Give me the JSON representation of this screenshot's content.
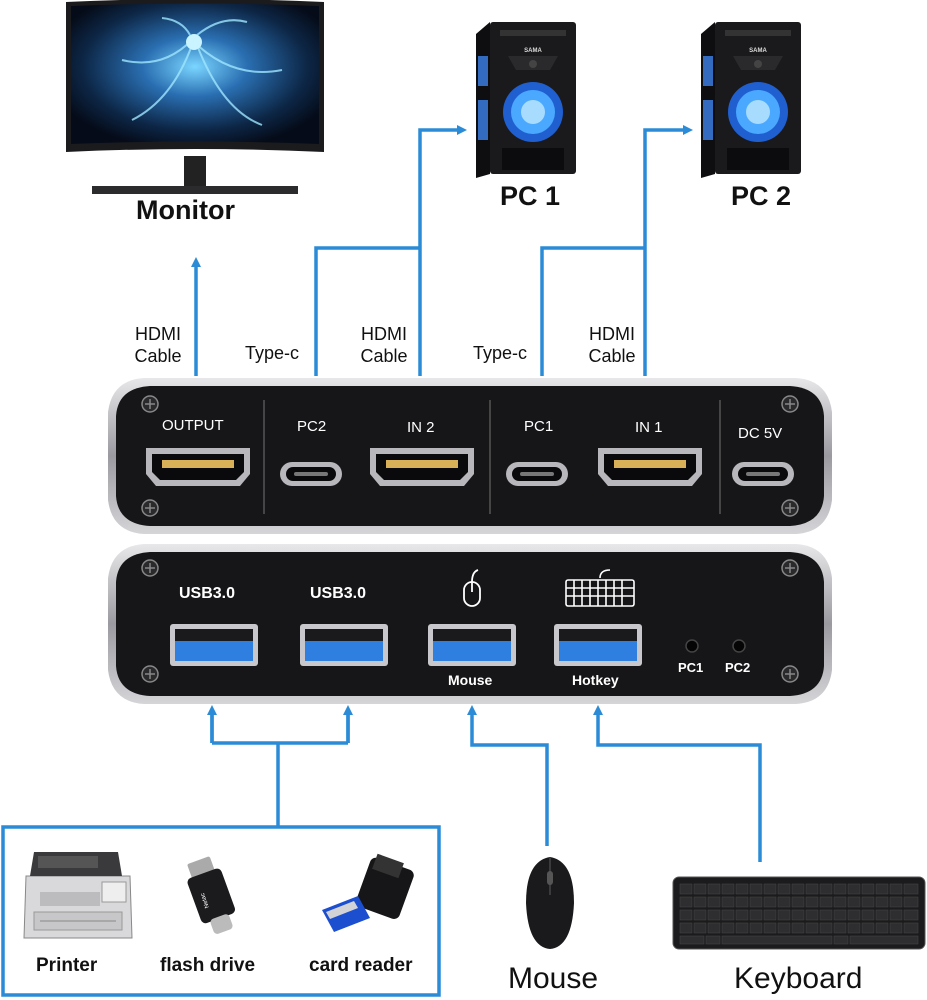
{
  "top": {
    "monitor_label": "Monitor",
    "pc1_label": "PC 1",
    "pc2_label": "PC 2",
    "monitor_cable_line1": "HDMI",
    "monitor_cable_line2": "Cable",
    "pc2_typec_label": "Type-c",
    "pc2_hdmi_line1": "HDMI",
    "pc2_hdmi_line2": "Cable",
    "pc1_typec_label": "Type-c",
    "pc1_hdmi_line1": "HDMI",
    "pc1_hdmi_line2": "Cable",
    "case_brand": "SAMA"
  },
  "switch_back": {
    "output_label": "OUTPUT",
    "pc2_port_label": "PC2",
    "in2_label": "IN 2",
    "pc1_port_label": "PC1",
    "in1_label": "IN 1",
    "dc_label": "DC 5V"
  },
  "switch_front": {
    "usb1_label": "USB3.0",
    "usb2_label": "USB3.0",
    "mouse_port_label": "Mouse",
    "hotkey_label": "Hotkey",
    "led1_label": "PC1",
    "led2_label": "PC2"
  },
  "bottom": {
    "printer_label": "Printer",
    "flash_drive_label": "flash drive",
    "card_reader_label": "card reader",
    "mouse_label": "Mouse",
    "keyboard_label": "Keyboard"
  },
  "colors": {
    "arrow_blue": "#2b8bd6",
    "panel_black": "#161618",
    "usb_blue": "#2f7fe0"
  }
}
